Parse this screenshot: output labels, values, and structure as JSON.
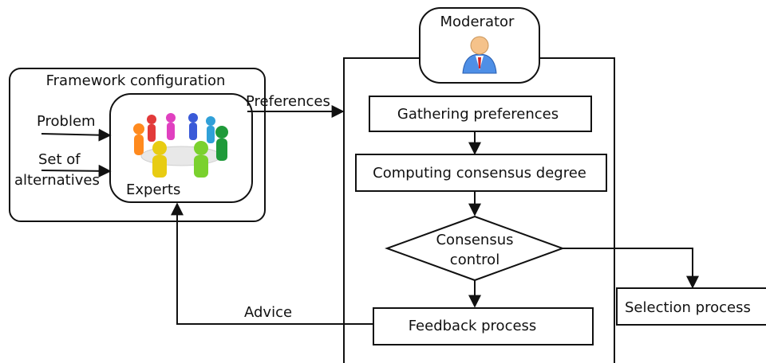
{
  "diagram": {
    "framework_label": "Framework configuration",
    "problem_label": "Problem",
    "set_of_label": "Set of",
    "alternatives_label": "alternatives",
    "experts_label": "Experts",
    "preferences_label": "Preferences",
    "moderator_label": "Moderator",
    "gathering_label": "Gathering preferences",
    "computing_label": "Computing consensus degree",
    "consensus_line1": "Consensus",
    "consensus_line2": "control",
    "feedback_label": "Feedback process",
    "advice_label": "Advice",
    "selection_label": "Selection process",
    "colors": {
      "stroke": "#111111",
      "background": "#ffffff"
    },
    "icons": [
      "people-meeting-icon",
      "moderator-person-icon"
    ]
  }
}
